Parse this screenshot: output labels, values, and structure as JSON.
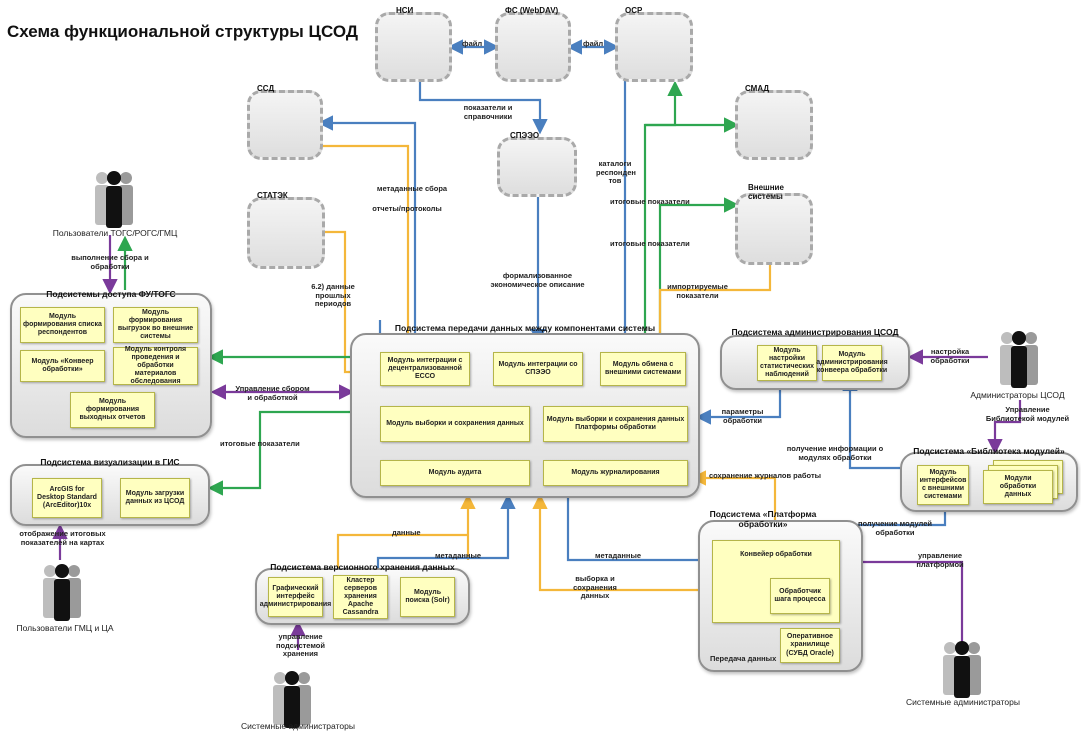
{
  "title": "Схема функциональной структуры ЦСОД",
  "external_systems": {
    "nsi": "НСИ",
    "fs": "ФС (WebDAV)",
    "osr": "ОСР",
    "ssd": "ССД",
    "smad": "СМАД",
    "speeo": "СПЭЭО",
    "statek": "СТАТЭК",
    "external": "Внешние системы"
  },
  "actors": {
    "togs": "Пользователи ТОГС/РОГС/ГМЦ",
    "gmc": "Пользователи ГМЦ и ЦА",
    "admins": "Администраторы ЦСОД",
    "sysadmins_bottom": "Системные администраторы",
    "sysadmins_right": "Системные администраторы"
  },
  "subsystems": {
    "access": {
      "title": "Подсистемы доступа ФУ/ТОГС",
      "modules": [
        "Модуль формирования списка респондентов",
        "Модуль формирования выгрузок во внешние системы",
        "Модуль «Конвеер обработки»",
        "Модуль контроля проведения и обработки материалов обследования",
        "Модуль формирования выходных отчетов"
      ]
    },
    "gis": {
      "title": "Подсистема визуализации в ГИС",
      "modules": [
        "ArcGIS for Desktop Standard (ArcEditor)10x",
        "Модуль загрузки данных из ЦСОД"
      ]
    },
    "transfer": {
      "title": "Подсистема передачи данных между компонентами системы",
      "modules": [
        "Модуль интеграции с децентрализованной ЕССО",
        "Модуль интеграции со СПЭЭО",
        "Модуль обмена с внешними системами",
        "Модуль выборки и сохранения данных",
        "Модуль выборки и сохранения данных Платформы обработки",
        "Модуль аудита",
        "Модуль журналирования"
      ]
    },
    "admin": {
      "title": "Подсистема администрирования ЦСОД",
      "modules": [
        "Модуль настройки статистических наблюдений",
        "Модуль администрирования конвеера обработки"
      ]
    },
    "library": {
      "title": "Подсистема «Библиотека модулей»",
      "modules": [
        "Модуль интерфейсов с внешними системами",
        "Модули обработки данных"
      ]
    },
    "versioned": {
      "title": "Подсистема версионного хранения данных",
      "modules": [
        "Графический интерфейс администрирования",
        "Кластер серверов хранения Apache Cassandra",
        "Модуль поиска (Solr)"
      ]
    },
    "platform": {
      "title": "Подсистема «Платформа обработки»",
      "conveyor": "Конвейер обработки",
      "step": "Обработчик шага процесса",
      "storage": "Оперативное хранилище (СУБД Oracle)"
    }
  },
  "edge_labels": {
    "file1": "файл",
    "file2": "файл",
    "indicators_refs": "показатели и справочники",
    "metadata_collect": "метаданные сбора",
    "reports_protocols": "отчеты/протоколы",
    "prior_data": "6.2) данные прошлых периодов",
    "formalized": "формализованное экономическое описание",
    "catalogs": "каталоги респонден тов",
    "final_ind1": "итоговые показатели",
    "final_ind2": "итоговые показатели",
    "imported": "импортируемые показатели",
    "collect_process": "выполнение сбора и обработки",
    "manage_collect": "Управление сбором и обработкой",
    "final_ind3": "итоговые показатели",
    "display_final": "отображение итоговых показателей на картах",
    "setup_processing": "настройка обработки",
    "manage_library": "Управление Библиотекой модулей",
    "params_processing": "параметры обработки",
    "get_info_modules": "получение информации о модулях обработки",
    "save_logs": "сохранение журналов работы",
    "get_modules": "получение модулей обработки",
    "data": "данные",
    "metadata1": "метаданные",
    "metadata2": "метаданные",
    "select_save": "выборка и сохранения данных",
    "manage_storage": "управление подсистемой хранения",
    "manage_platform": "управление платформой",
    "transfer_data": "Передача данных"
  },
  "colors": {
    "blue": "#4a7fbf",
    "yellow": "#f4b73a",
    "green": "#2ea650",
    "purple": "#7a3a9a"
  }
}
